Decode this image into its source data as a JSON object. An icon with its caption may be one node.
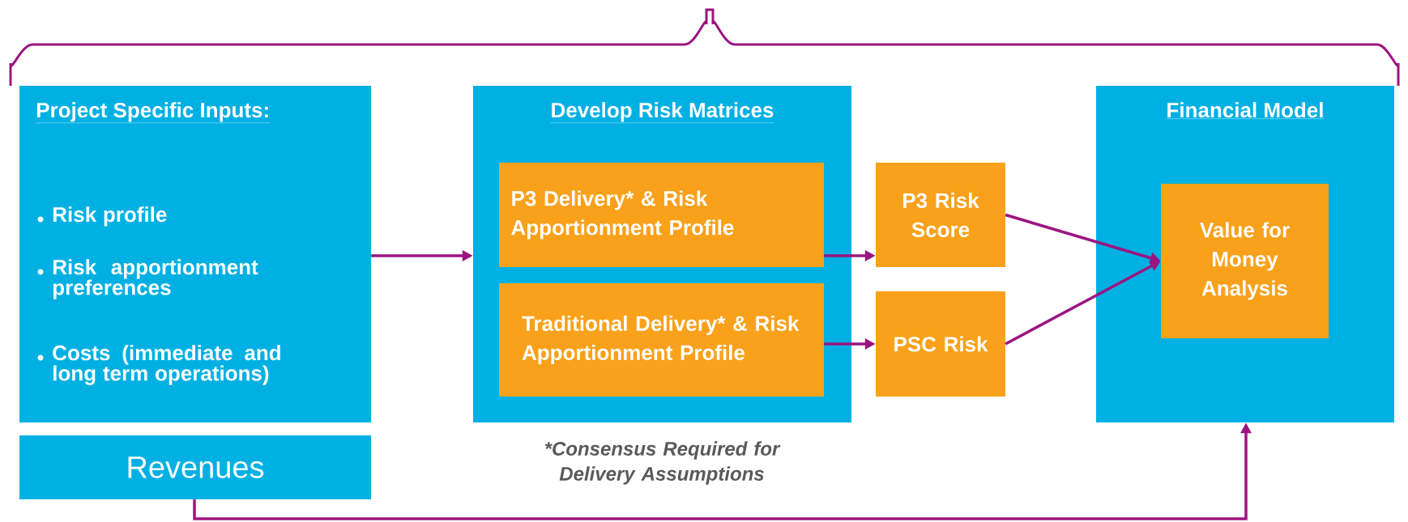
{
  "diagram": {
    "nodes": [
      {
        "text": [
          "Project Specific Inputs:",
          "Risk profile",
          "Risk apportionment preferences",
          "Costs (immediate and long term operations)"
        ]
      },
      {
        "text": [
          "Revenues"
        ]
      },
      {
        "text": [
          "Develop Risk Matrices"
        ]
      },
      {
        "text": [
          "P3 Delivery* & Risk Apportionment Profile"
        ],
        "in": 2
      },
      {
        "text": [
          "Traditional Delivery* & Risk Apportionment Profile"
        ],
        "in": 2
      },
      {
        "text": [
          "P3 Risk Score"
        ]
      },
      {
        "text": [
          "PSC Risk"
        ]
      },
      {
        "text": [
          "Financial Model"
        ]
      },
      {
        "text": [
          "Value for Money Analysis"
        ],
        "in": 7
      }
    ],
    "edges": [
      {
        "from": 0,
        "to": 2,
        "arrow": "to"
      },
      {
        "from": 3,
        "to": 5,
        "arrow": "to"
      },
      {
        "from": 4,
        "to": 6,
        "arrow": "to"
      },
      {
        "from": 5,
        "to": 8,
        "arrow": "to"
      },
      {
        "from": 6,
        "to": 8,
        "arrow": "to"
      },
      {
        "from": 1,
        "to": 7,
        "arrow": "to"
      }
    ],
    "labels": [
      "*Consensus Required for Delivery Assumptions"
    ]
  }
}
